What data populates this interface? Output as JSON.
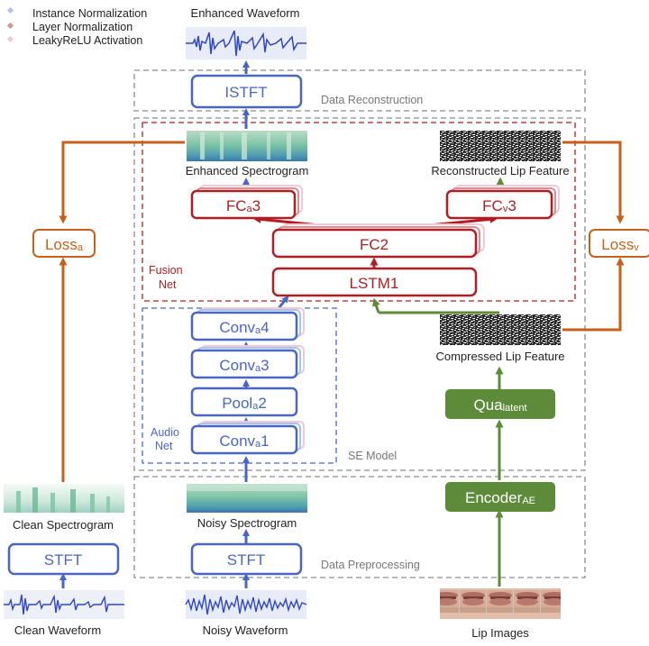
{
  "legend": [
    {
      "label": "Instance Normalization",
      "color": "#a9c4ea"
    },
    {
      "label": "Layer Normalization",
      "color": "#d98f93"
    },
    {
      "label": "LeakyReLU Activation",
      "color": "#f1c9d2"
    }
  ],
  "regions": {
    "data_reconstruction": "Data Reconstruction",
    "se_model": "SE Model",
    "data_preprocessing": "Data Preprocessing",
    "fusion_net_line1": "Fusion",
    "fusion_net_line2": "Net",
    "audio_net_line1": "Audio",
    "audio_net_line2": "Net"
  },
  "captions": {
    "enhanced_waveform": "Enhanced Waveform",
    "enhanced_spectrogram": "Enhanced Spectrogram",
    "reconstructed_lip": "Reconstructed Lip Feature",
    "compressed_lip": "Compressed Lip Feature",
    "clean_spectrogram": "Clean Spectrogram",
    "noisy_spectrogram": "Noisy Spectrogram",
    "clean_waveform": "Clean Waveform",
    "noisy_waveform": "Noisy Waveform",
    "lip_images": "Lip Images"
  },
  "blocks": {
    "istft": "ISTFT",
    "fc_a3": {
      "main": "FC",
      "sub": "a",
      "tail": "3"
    },
    "fc_v3": {
      "main": "FC",
      "sub": "v",
      "tail": "3"
    },
    "fc2": "FC2",
    "lstm1": "LSTM1",
    "conv_a4": {
      "main": "Conv",
      "sub": "a",
      "tail": "4"
    },
    "conv_a3": {
      "main": "Conv",
      "sub": "a",
      "tail": "3"
    },
    "pool_a2": {
      "main": "Pool",
      "sub": "a",
      "tail": "2"
    },
    "conv_a1": {
      "main": "Conv",
      "sub": "a",
      "tail": "1"
    },
    "qua_latent": {
      "main": "Qua",
      "sub": "latent"
    },
    "encoder_ae": {
      "main": "Encoder",
      "sub": "AE"
    },
    "stft_clean": "STFT",
    "stft_noisy": "STFT",
    "loss_a": {
      "main": "Loss",
      "sub": "a"
    },
    "loss_v": {
      "main": "Loss",
      "sub": "v"
    }
  },
  "colors": {
    "blue": "#4a66c4",
    "red": "#b01e24",
    "green": "#5d8b3a",
    "orange": "#c6611c",
    "gray_dash": "#8c8c8c"
  }
}
